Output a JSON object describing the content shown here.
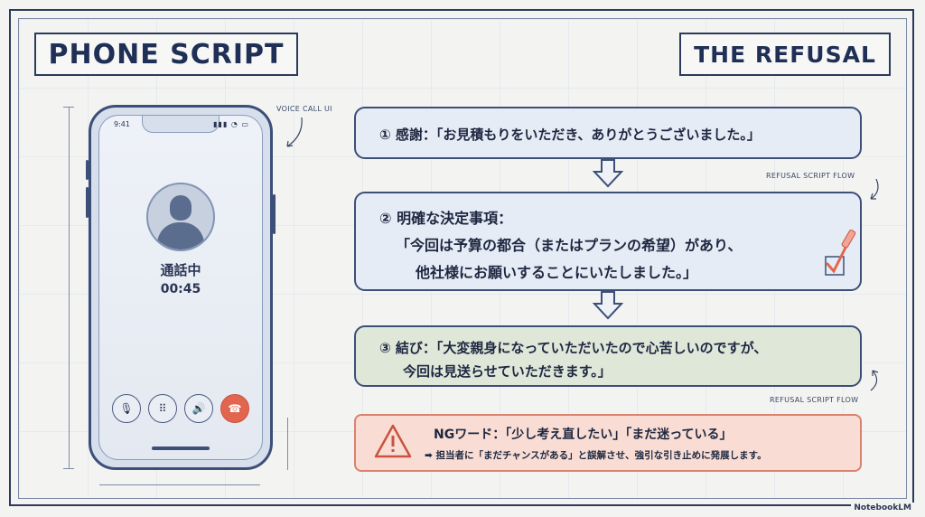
{
  "header": {
    "left_title": "PHONE SCRIPT",
    "right_title": "THE REFUSAL"
  },
  "phone": {
    "ui_label": "VOICE CALL UI",
    "status_time": "9:41",
    "status_icons": "▮▮▮ ◔ ▭",
    "call_status": "通話中",
    "call_timer": "00:45",
    "buttons": [
      {
        "name": "mic-icon",
        "glyph": "🎙"
      },
      {
        "name": "keypad-icon",
        "glyph": "⠿"
      },
      {
        "name": "speaker-icon",
        "glyph": "🔊"
      },
      {
        "name": "end-call-icon",
        "glyph": "☎"
      }
    ]
  },
  "flow_label": "REFUSAL SCRIPT FLOW",
  "steps": [
    {
      "line1": "① 感謝：「お見積もりをいただき、ありがとうございました。」"
    },
    {
      "line1": "② 明確な決定事項：",
      "line2": "「今回は予算の都合（またはプランの希望）があり、",
      "line3": "他社様にお願いすることにいたしました。」"
    },
    {
      "line1": "③ 結び：「大変親身になっていただいたので心苦しいのですが、",
      "line2": "今回は見送らせていただきます。」"
    }
  ],
  "ng": {
    "title": "NGワード：「少し考え直したい」「まだ迷っている」",
    "desc": "➡ 担当者に「まだチャンスがある」と誤解させ、強引な引き止めに発展します。"
  },
  "footer": "NotebookLM",
  "colors": {
    "navy": "#2c3a5c",
    "bubble_blue": "#e6ecf5",
    "bubble_green": "#dfe7d9",
    "ng_fill": "#f9ddd4",
    "ng_border": "#d9826d",
    "end_call": "#e2664f"
  }
}
